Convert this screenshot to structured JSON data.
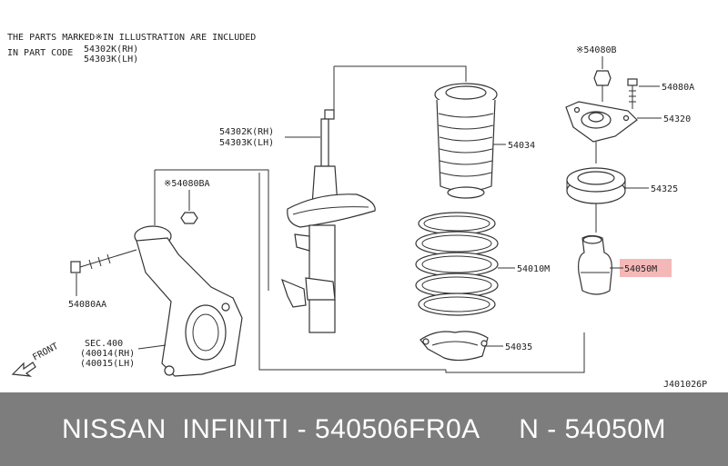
{
  "notes": {
    "line1": "THE PARTS MARKED※IN ILLUSTRATION ARE INCLUDED",
    "line2_prefix": "IN PART CODE",
    "line2_rh": "54302K(RH)",
    "line2_lh": "54303K(LH)"
  },
  "labels": {
    "p54080b": "※54080B",
    "p54080a": "54080A",
    "p54320": "54320",
    "p54325": "54325",
    "p54050m": "54050M",
    "p54034": "54034",
    "p54010m": "54010M",
    "p54035": "54035",
    "strut_rh": "54302K(RH)",
    "strut_lh": "54303K(LH)",
    "p54080ba": "※54080BA",
    "p54080aa": "54080AA",
    "sec": "SEC.400",
    "sec_rh": "(40014(RH)",
    "sec_lh": "(40015(LH)",
    "front": "FRONT",
    "ref": "J401026P"
  },
  "highlight_color": "#f5b8b8",
  "footer": {
    "text": "NISSAN  INFINITI - 540506FR0A     N - 54050M"
  }
}
